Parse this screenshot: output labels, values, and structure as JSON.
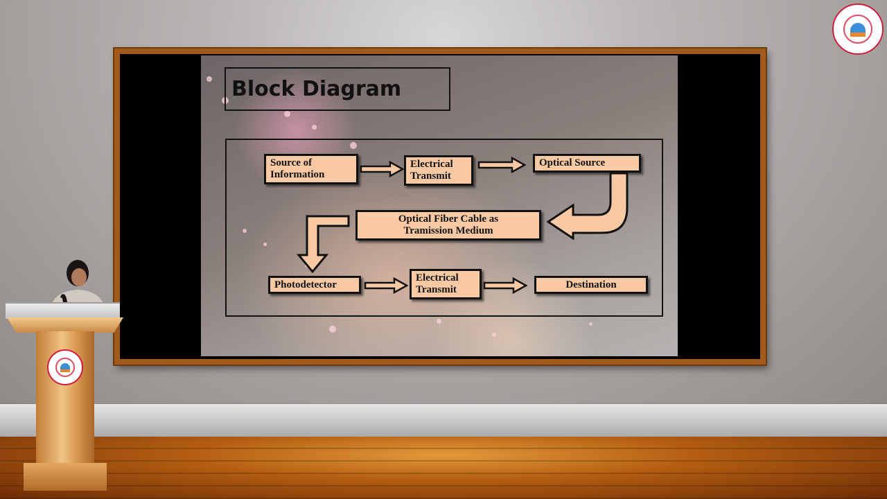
{
  "slide": {
    "title": "Block Diagram"
  },
  "diagram": {
    "blocks": {
      "source_of_information": {
        "line1": "Source of",
        "line2": "Information"
      },
      "electrical_transmit_top": {
        "line1": "Electrical",
        "line2": "Transmit"
      },
      "optical_source": {
        "label": "Optical Source"
      },
      "optical_fiber_cable": {
        "line1": "Optical Fiber Cable as",
        "line2": "Tramission Medium"
      },
      "photodetector": {
        "label": "Photodetector"
      },
      "electrical_transmit_bottom": {
        "line1": "Electrical",
        "line2": "Transmit"
      },
      "destination": {
        "label": "Destination"
      }
    },
    "colors": {
      "block_fill": "#f8c9a2",
      "block_border": "#111111",
      "frame": "#a05a1a"
    }
  }
}
